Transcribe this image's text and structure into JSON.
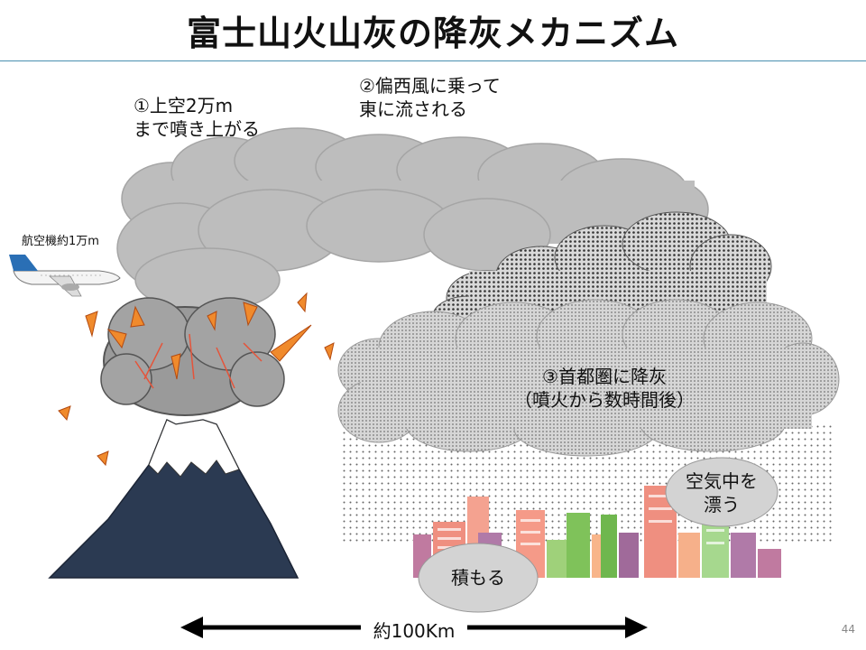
{
  "slide": {
    "title": "富士山火山灰の降灰メカニズム",
    "page_number": "44"
  },
  "labels": {
    "step1_line1": "①上空2万m",
    "step1_line2": "まで噴き上がる",
    "step2_line1": "②偏西風に乗って",
    "step2_line2": "東に流される",
    "step3_line1": "③首都圏に降灰",
    "step3_line2": "（噴火から数時間後）",
    "airplane": "航空機約1万m",
    "accumulate": "積もる",
    "float_line1": "空気中を",
    "float_line2": "漂う",
    "distance": "約100Km"
  },
  "colors": {
    "title_rule": "#4a8fb0",
    "ash_cloud": "#bdbdbd",
    "dark_cloud": "#8a8a8a",
    "mountain": "#2b3a52",
    "eruption_orange": "#f08a2c",
    "airplane_tail": "#2a6fb5"
  }
}
